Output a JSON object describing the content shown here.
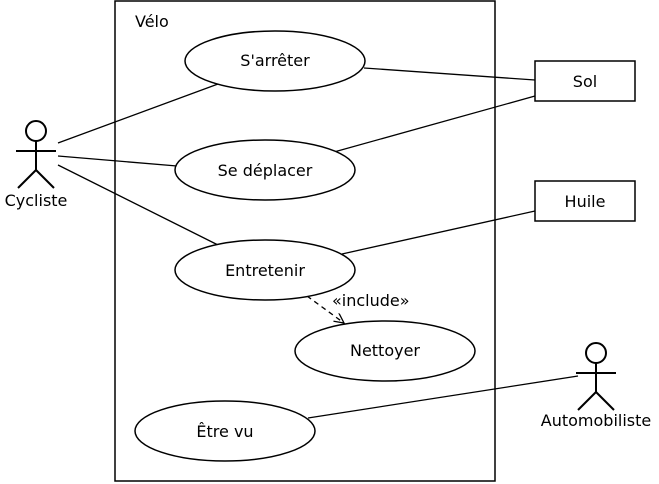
{
  "system": {
    "title": "Vélo"
  },
  "actors": {
    "cycliste": "Cycliste",
    "automobiliste": "Automobiliste"
  },
  "external_boxes": {
    "sol": "Sol",
    "huile": "Huile"
  },
  "use_cases": {
    "sarreter": "S'arrêter",
    "se_deplacer": "Se déplacer",
    "entretenir": "Entretenir",
    "nettoyer": "Nettoyer",
    "etre_vu": "Être vu"
  },
  "relations": {
    "include_label": "«include»"
  }
}
